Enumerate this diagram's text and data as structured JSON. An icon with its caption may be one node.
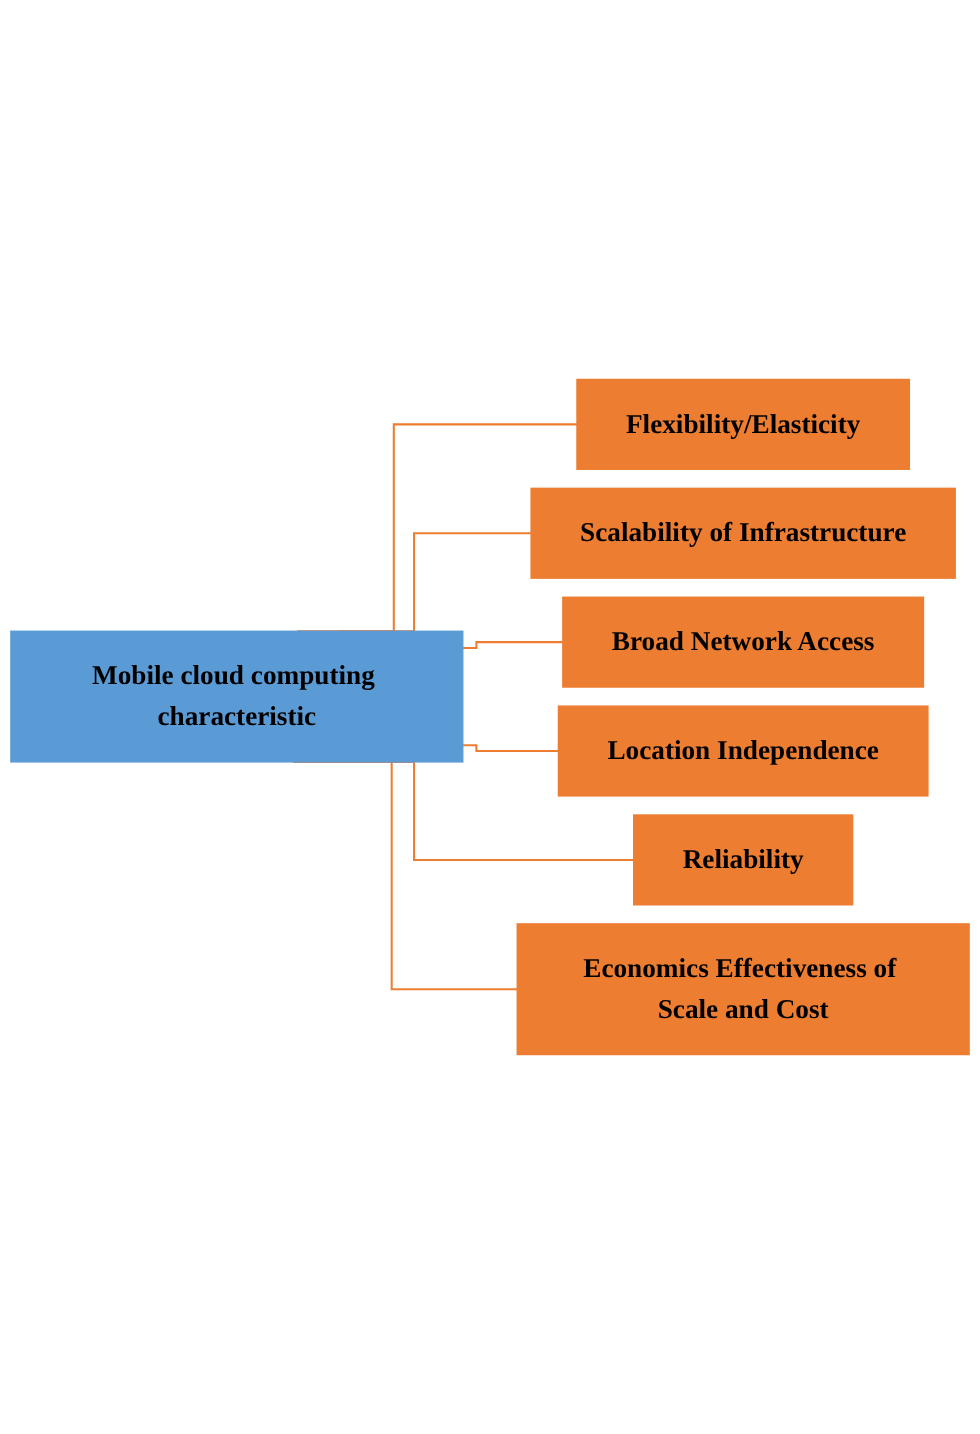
{
  "diagram": {
    "nodes": [
      {
        "text": [
          "Mobile cloud computing characteristic"
        ]
      },
      {
        "text": [
          "Flexibility/Elasticity"
        ]
      },
      {
        "text": [
          "Scalability of Infrastructure"
        ]
      },
      {
        "text": [
          "Broad Network Access"
        ]
      },
      {
        "text": [
          "Location Independence"
        ]
      },
      {
        "text": [
          "Reliability"
        ]
      },
      {
        "text": [
          "Economics Effectiveness of Scale and Cost"
        ]
      }
    ],
    "edges": [
      {
        "from": 0,
        "to": 1,
        "arrow": "none"
      },
      {
        "from": 0,
        "to": 2,
        "arrow": "none"
      },
      {
        "from": 0,
        "to": 3,
        "arrow": "none"
      },
      {
        "from": 0,
        "to": 4,
        "arrow": "none"
      },
      {
        "from": 0,
        "to": 5,
        "arrow": "none"
      },
      {
        "from": 0,
        "to": 6,
        "arrow": "none"
      }
    ]
  }
}
